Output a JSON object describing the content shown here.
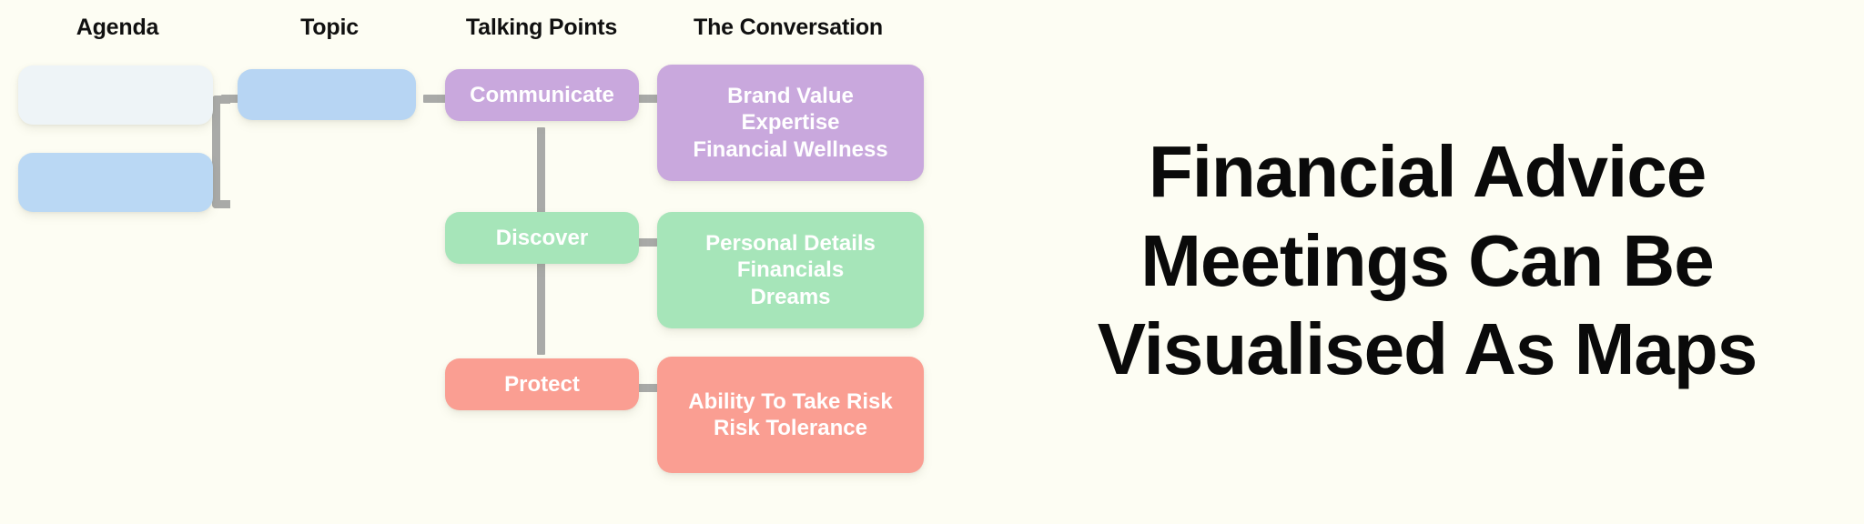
{
  "background_color": "#fdfdf3",
  "connector_color": "#a9aaa8",
  "columns": [
    {
      "id": "agenda",
      "label": "Agenda"
    },
    {
      "id": "topic",
      "label": "Topic"
    },
    {
      "id": "talking_points",
      "label": "Talking Points"
    },
    {
      "id": "the_conversation",
      "label": "The Conversation"
    }
  ],
  "nodes": {
    "agenda_1": {
      "label": "",
      "color": "#eef4f7"
    },
    "agenda_2": {
      "label": "",
      "color": "#bad8f4"
    },
    "topic_1": {
      "label": "",
      "color": "#b7d5f3"
    },
    "talking_communicate": {
      "label": "Communicate",
      "color": "#c9a8dd"
    },
    "talking_discover": {
      "label": "Discover",
      "color": "#a6e5b9"
    },
    "talking_protect": {
      "label": "Protect",
      "color": "#fa9e92"
    },
    "conv_communicate": {
      "color": "#c9a8dd",
      "lines": [
        "Brand Value",
        "Expertise",
        "Financial Wellness"
      ]
    },
    "conv_discover": {
      "color": "#a6e5b9",
      "lines": [
        "Personal Details",
        "Financials",
        "Dreams"
      ]
    },
    "conv_protect": {
      "color": "#fa9e92",
      "lines": [
        "Ability To Take Risk",
        "Risk Tolerance"
      ]
    }
  },
  "headline": {
    "lines": [
      "Financial Advice",
      "Meetings Can Be",
      "Visualised As Maps"
    ],
    "color": "#0a0a0a"
  }
}
